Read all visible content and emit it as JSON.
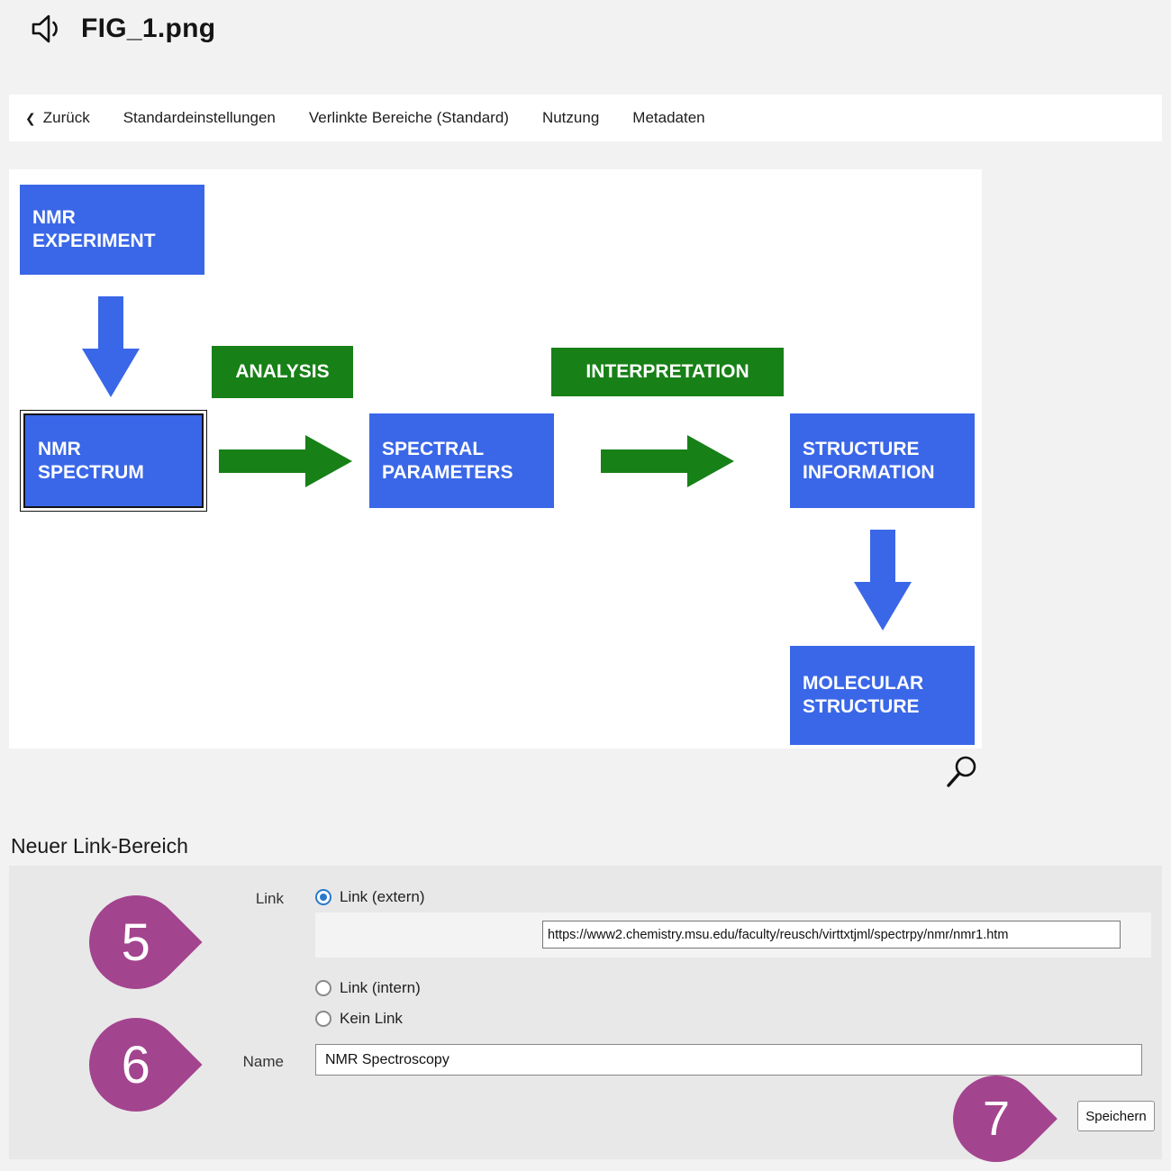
{
  "header": {
    "title": "FIG_1.png",
    "speaker_icon": "speaker-with-sound-wave"
  },
  "nav": {
    "back_icon": "❮",
    "back_label": "Zurück",
    "items": [
      "Standardeinstellungen",
      "Verlinkte Bereiche (Standard)",
      "Nutzung",
      "Metadaten"
    ]
  },
  "diagram": {
    "colors": {
      "box_blue": "#3A67E8",
      "box_green": "#178017",
      "arrow_blue": "#3A67E8",
      "arrow_green": "#178017"
    },
    "boxes": [
      {
        "id": "nmr-experiment",
        "label": "NMR EXPERIMENT",
        "color": "blue"
      },
      {
        "id": "analysis",
        "label": "ANALYSIS",
        "color": "green"
      },
      {
        "id": "nmr-spectrum",
        "label": "NMR SPECTRUM",
        "color": "blue",
        "selected": true
      },
      {
        "id": "spectral-parameters",
        "label": "SPECTRAL PARAMETERS",
        "color": "blue"
      },
      {
        "id": "interpretation",
        "label": "INTERPRETATION",
        "color": "green"
      },
      {
        "id": "structure-information",
        "label": "STRUCTURE INFORMATION",
        "color": "blue"
      },
      {
        "id": "molecular-structure",
        "label": "MOLECULAR STRUCTURE",
        "color": "blue"
      }
    ],
    "zoom_icon": "magnifier"
  },
  "form": {
    "section_title": "Neuer Link-Bereich",
    "link_label": "Link",
    "options": [
      {
        "label": "Link (extern)",
        "selected": true
      },
      {
        "label": "Link (intern)",
        "selected": false
      },
      {
        "label": "Kein Link",
        "selected": false
      }
    ],
    "url_value": "https://www2.chemistry.msu.edu/faculty/reusch/virttxtjml/spectrpy/nmr/nmr1.htm",
    "name_label": "Name",
    "name_value": "NMR Spectroscopy",
    "save_label": "Speichern"
  },
  "annotations": {
    "color": "#A3448F",
    "markers": [
      {
        "number": "5",
        "points_to": "link-options"
      },
      {
        "number": "6",
        "points_to": "name-field"
      },
      {
        "number": "7",
        "points_to": "save-button"
      }
    ]
  },
  "colors": {
    "page_background": "#f2f2f2",
    "navbar_background": "#ffffff",
    "panel_background": "#e8e8e8"
  }
}
